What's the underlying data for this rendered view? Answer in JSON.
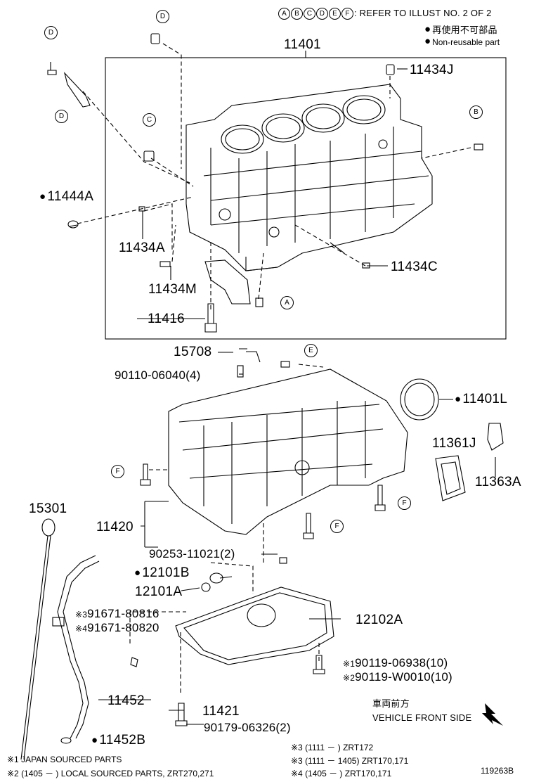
{
  "header": {
    "ref_letters": [
      "A",
      "B",
      "C",
      "D",
      "E",
      "F"
    ],
    "ref_text": ": REFER TO ILLUST NO. 2 OF 2",
    "legend_jp": "再使用不可部品",
    "legend_en": "Non-reusable part"
  },
  "parts": {
    "p11401": "11401",
    "p11434J": "11434J",
    "p11444A": "11444A",
    "p11434A": "11434A",
    "p11434M": "11434M",
    "p11434C": "11434C",
    "p11416": "11416",
    "p15708": "15708",
    "p90110": "90110-06040(4)",
    "p11401L": "11401L",
    "p11361J": "11361J",
    "p11363A": "11363A",
    "p15301": "15301",
    "p11420": "11420",
    "p90253": "90253-11021(2)",
    "p12101B": "12101B",
    "p12101A": "12101A",
    "p91671a": "91671-80816",
    "p91671b": "91671-80820",
    "p12102A": "12102A",
    "p90119a": "90119-06938(10)",
    "p90119b": "90119-W0010(10)",
    "p11452": "11452",
    "p11421": "11421",
    "p90179": "90179-06326(2)",
    "p11452B": "11452B"
  },
  "marks": {
    "m1": "※1",
    "m2": "※2",
    "m3": "※3",
    "m4": "※4"
  },
  "callouts": {
    "D1": "D",
    "D2": "D",
    "D3": "D",
    "C1": "C",
    "B1": "B",
    "A1": "A",
    "E1": "E",
    "F1": "F",
    "F2": "F",
    "F3": "F"
  },
  "direction": {
    "jp": "車両前方",
    "en": "VEHICLE FRONT SIDE"
  },
  "footnotes": {
    "n1": "※1 JAPAN SOURCED PARTS",
    "n2": "※2 (1405 －       ) LOCAL SOURCED PARTS, ZRT270,271",
    "n3a": "※3 (1111 －       ) ZRT172",
    "n3b": "※3 (1111 － 1405) ZRT170,171",
    "n4": "※4 (1405 －       ) ZRT170,171"
  },
  "figure_id": "119263B"
}
